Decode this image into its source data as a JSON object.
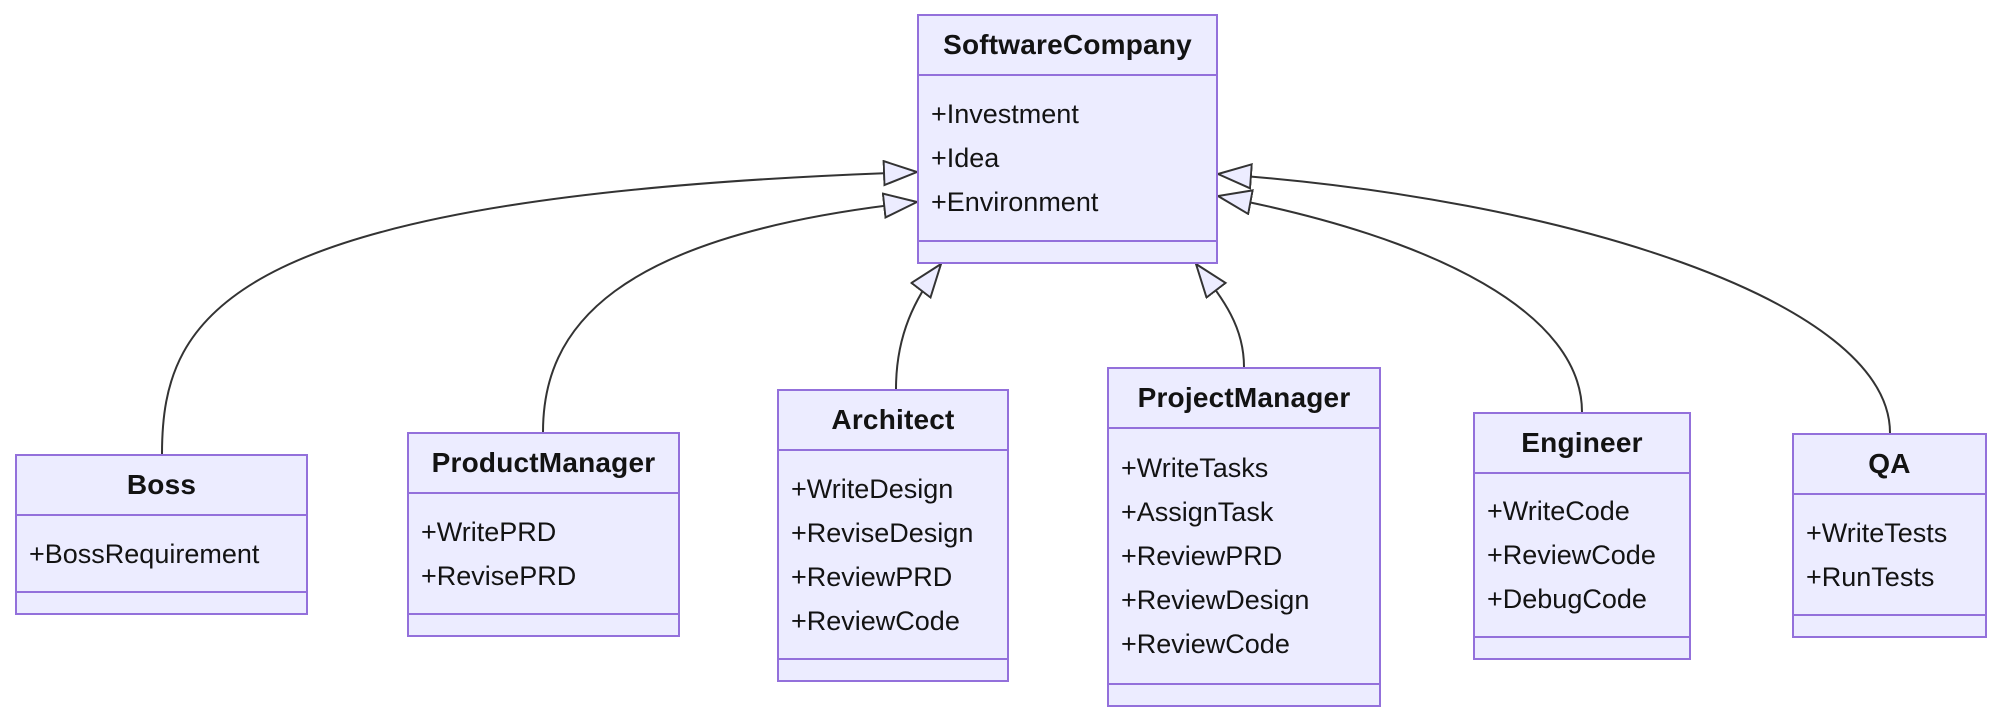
{
  "diagram": {
    "colors": {
      "background": "#ffffff",
      "class_fill": "#ECECFF",
      "class_border": "#9370DB",
      "edge": "#333333",
      "text": "#131313"
    },
    "classes": [
      {
        "name": "SoftwareCompany",
        "attributes": [
          "+Investment",
          "+Idea",
          "+Environment"
        ],
        "methods": []
      },
      {
        "name": "Boss",
        "attributes": [
          "+BossRequirement"
        ],
        "methods": []
      },
      {
        "name": "ProductManager",
        "attributes": [
          "+WritePRD",
          "+RevisePRD"
        ],
        "methods": []
      },
      {
        "name": "Architect",
        "attributes": [
          "+WriteDesign",
          "+ReviseDesign",
          "+ReviewPRD",
          "+ReviewCode"
        ],
        "methods": []
      },
      {
        "name": "ProjectManager",
        "attributes": [
          "+WriteTasks",
          "+AssignTask",
          "+ReviewPRD",
          "+ReviewDesign",
          "+ReviewCode"
        ],
        "methods": []
      },
      {
        "name": "Engineer",
        "attributes": [
          "+WriteCode",
          "+ReviewCode",
          "+DebugCode"
        ],
        "methods": []
      },
      {
        "name": "QA",
        "attributes": [
          "+WriteTests",
          "+RunTests"
        ],
        "methods": []
      }
    ],
    "relationships": [
      {
        "from": "Boss",
        "to": "SoftwareCompany",
        "type": "inheritance"
      },
      {
        "from": "ProductManager",
        "to": "SoftwareCompany",
        "type": "inheritance"
      },
      {
        "from": "Architect",
        "to": "SoftwareCompany",
        "type": "inheritance"
      },
      {
        "from": "ProjectManager",
        "to": "SoftwareCompany",
        "type": "inheritance"
      },
      {
        "from": "Engineer",
        "to": "SoftwareCompany",
        "type": "inheritance"
      },
      {
        "from": "QA",
        "to": "SoftwareCompany",
        "type": "inheritance"
      }
    ]
  }
}
